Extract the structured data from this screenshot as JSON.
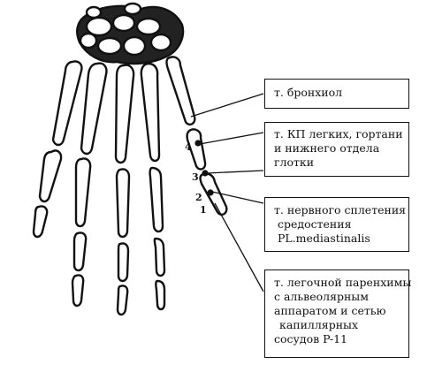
{
  "colors": {
    "ink": "#111111",
    "bone_fill": "#ffffff",
    "background": "#ffffff"
  },
  "points": [
    {
      "label": "4"
    },
    {
      "label": "3"
    },
    {
      "label": "2"
    },
    {
      "label": "1"
    }
  ],
  "labels": [
    {
      "lines": [
        "т. бронхиол"
      ]
    },
    {
      "lines": [
        "т. КП легких, гортани",
        "и нижнего отдела",
        "глотки"
      ]
    },
    {
      "lines": [
        "т. нервного сплетения",
        "средостения",
        "PL.mediastinalis"
      ]
    },
    {
      "lines": [
        "т. легочной паренхимы",
        "с альвеолярным",
        "аппаратом и сетью",
        "капиллярных",
        "сосудов P-11"
      ]
    }
  ]
}
